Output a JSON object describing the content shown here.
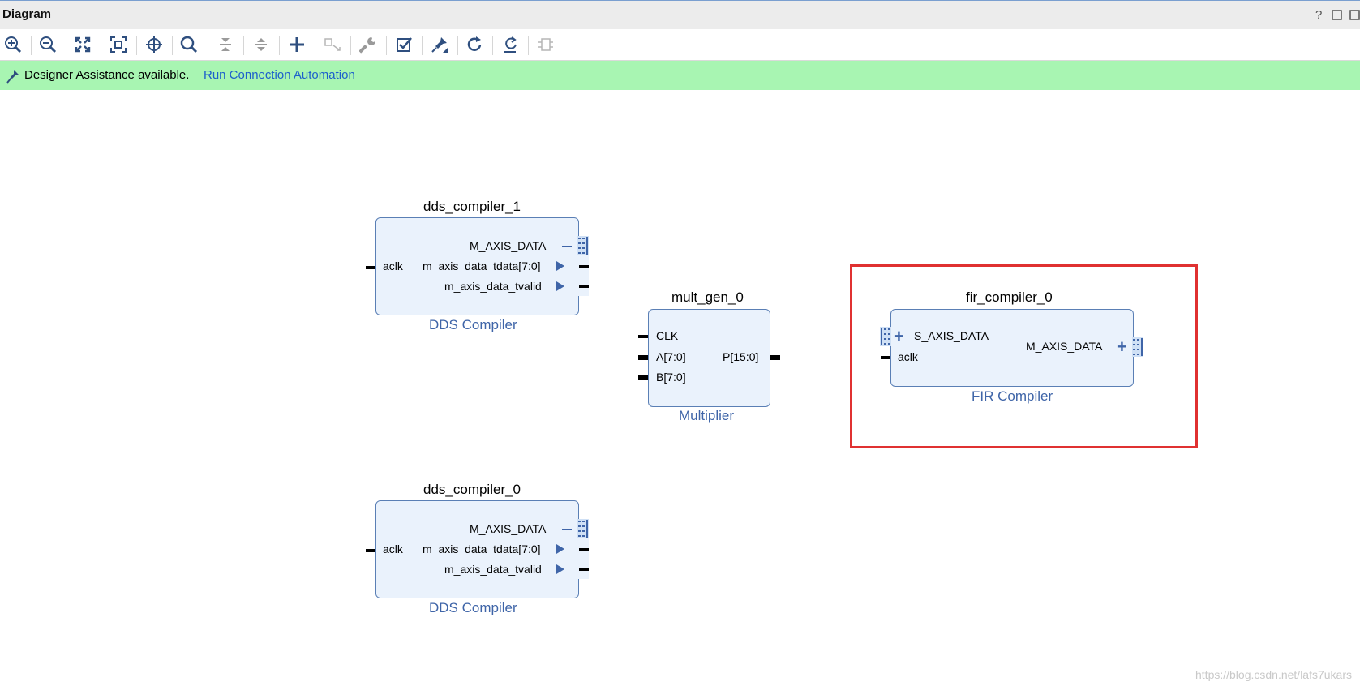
{
  "window": {
    "title": "Diagram",
    "help_glyph": "?"
  },
  "toolbar": {
    "buttons": [
      {
        "name": "zoom-in-icon"
      },
      {
        "name": "zoom-out-icon"
      },
      {
        "name": "zoom-fit-icon"
      },
      {
        "name": "zoom-selection-icon"
      },
      {
        "name": "center-icon"
      },
      {
        "name": "search-icon"
      },
      {
        "name": "collapse-all-icon"
      },
      {
        "name": "expand-all-icon"
      },
      {
        "name": "add-ip-icon"
      },
      {
        "name": "make-external-icon"
      },
      {
        "name": "settings-wrench-icon"
      },
      {
        "name": "validate-design-icon"
      },
      {
        "name": "autoconnect-icon"
      },
      {
        "name": "refresh-icon"
      },
      {
        "name": "regenerate-layout-icon"
      },
      {
        "name": "ports-icon"
      }
    ]
  },
  "banner": {
    "message": "Designer Assistance available.",
    "link": "Run Connection Automation",
    "bg_color": "#a8f5b2"
  },
  "blocks": {
    "dds1": {
      "instance": "dds_compiler_1",
      "type_label": "DDS Compiler",
      "ports": {
        "clk": "aclk",
        "bus": "M_AXIS_DATA",
        "tdata": "m_axis_data_tdata[7:0]",
        "tvalid": "m_axis_data_tvalid"
      }
    },
    "dds0": {
      "instance": "dds_compiler_0",
      "type_label": "DDS Compiler",
      "ports": {
        "clk": "aclk",
        "bus": "M_AXIS_DATA",
        "tdata": "m_axis_data_tdata[7:0]",
        "tvalid": "m_axis_data_tvalid"
      }
    },
    "mult": {
      "instance": "mult_gen_0",
      "type_label": "Multiplier",
      "ports": {
        "clk": "CLK",
        "a": "A[7:0]",
        "b": "B[7:0]",
        "p": "P[15:0]"
      }
    },
    "fir": {
      "instance": "fir_compiler_0",
      "type_label": "FIR Compiler",
      "ports": {
        "s_axis": "S_AXIS_DATA",
        "clk": "aclk",
        "m_axis": "M_AXIS_DATA"
      }
    }
  },
  "highlight_color": "#e03131",
  "watermark": "https://blog.csdn.net/lafs7ukars"
}
